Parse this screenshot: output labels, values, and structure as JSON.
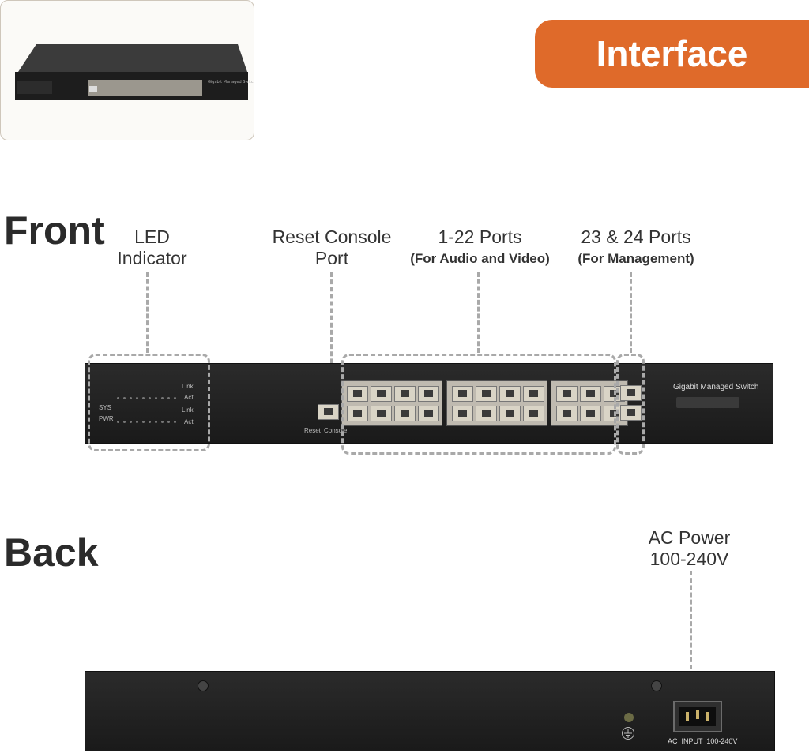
{
  "banner": {
    "title": "Interface"
  },
  "sections": {
    "front": "Front",
    "back": "Back"
  },
  "front_labels": {
    "led": {
      "line1": "LED",
      "line2": "Indicator"
    },
    "reset": {
      "line1": "Reset Console",
      "line2": "Port"
    },
    "ports_1_22": {
      "line1": "1-22 Ports",
      "line2": "(For Audio and Video)"
    },
    "ports_23_24": {
      "line1": "23 & 24 Ports",
      "line2": "(For Management)"
    }
  },
  "back_labels": {
    "power": {
      "line1": "AC Power",
      "line2": "100-240V"
    }
  },
  "device": {
    "model_text": "Gigabit Managed Switch",
    "reset_text": "Reset",
    "console_text": "Console",
    "link_text": "Link",
    "act_text": "Act",
    "sys_text": "SYS",
    "pwr_text": "PWR",
    "ac_input_text": "AC  INPUT  100-240V"
  },
  "colors": {
    "accent": "#df6a2a",
    "dash": "#a9a9a9",
    "device": "#1f1f1f"
  },
  "icons": {
    "ground": "ground-icon",
    "power_inlet": "power-inlet-icon"
  }
}
